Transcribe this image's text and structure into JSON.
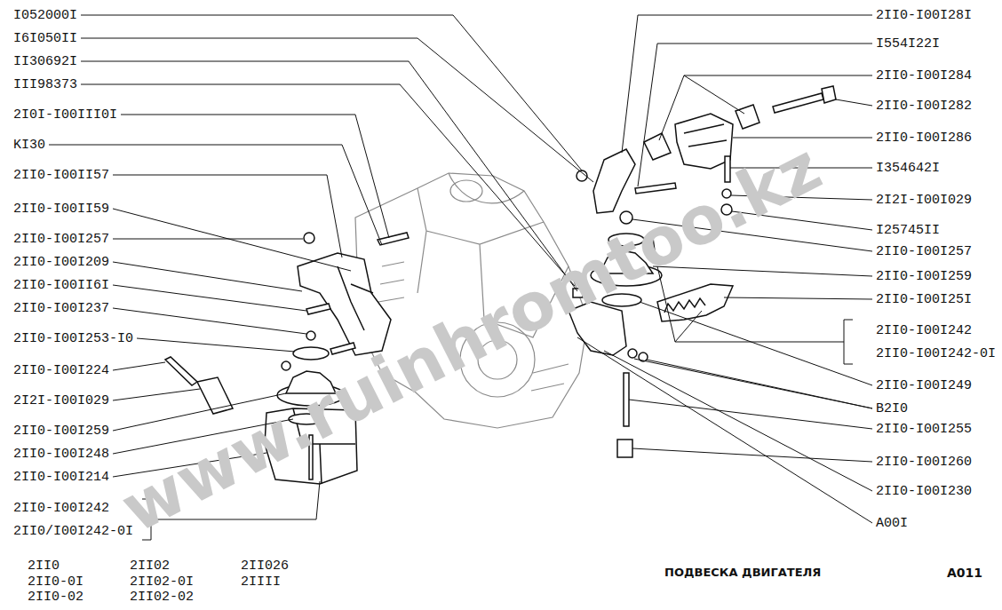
{
  "diagram": {
    "title": "ПОДВЕСКА ДВИГАТЕЛЯ",
    "labels": [
      "I052000I",
      "I6I050II",
      "II30692I",
      "III98373",
      "2I0I-I00III0I",
      "KI30",
      "2II0-I00II57",
      "2II0-I00II59",
      "2II0-I00I257",
      "2II0-I00I209",
      "2II0-I00II6I",
      "2II0-I00I237",
      "2II0-I00I253-I0",
      "2II0-I00I224",
      "2I2I-I00I029",
      "2II0-I00I259",
      "2II0-I00I248",
      "2II0-I00I214",
      "2II0-I00I242",
      "2II0/I00I242-0I",
      "2II0-I00I28I",
      "I554I22I",
      "2II0-I00I284",
      "2II0-I00I282",
      "2II0-I00I286",
      "I354642I",
      "2I2I-I00I029",
      "I25745II",
      "2II0-I00I257",
      "2II0-I00I259",
      "2II0-I00I25I",
      "2II0-I00I242",
      "2II0-I00I242-0I",
      "2II0-I00I249",
      "B2I0",
      "2II0-I00I255",
      "2II0-I00I260",
      "2II0-I00I230",
      "A00I",
      "2II0",
      "2II0-0I",
      "2II0-02",
      "2II02",
      "2II02-0I",
      "2II02-02",
      "2II026",
      "2IIII",
      "A011",
      "www.ruinhromtoo.kz"
    ]
  }
}
